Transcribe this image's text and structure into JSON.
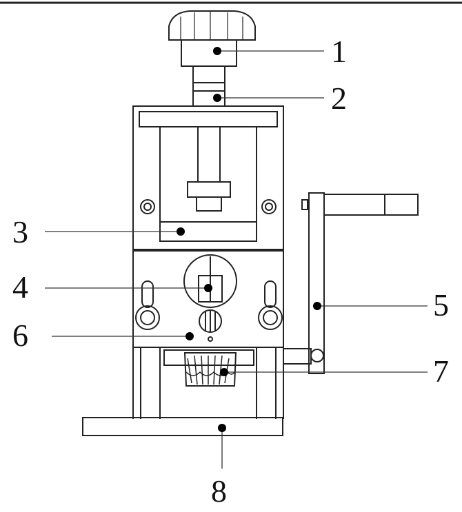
{
  "diagram": {
    "parts": [
      {
        "id": "1",
        "label": "1"
      },
      {
        "id": "2",
        "label": "2"
      },
      {
        "id": "3",
        "label": "3"
      },
      {
        "id": "4",
        "label": "4"
      },
      {
        "id": "5",
        "label": "5"
      },
      {
        "id": "6",
        "label": "6"
      },
      {
        "id": "7",
        "label": "7"
      },
      {
        "id": "8",
        "label": "8"
      }
    ],
    "colors": {
      "line": "#222222",
      "dot": "#000000",
      "background": "#ffffff"
    }
  }
}
